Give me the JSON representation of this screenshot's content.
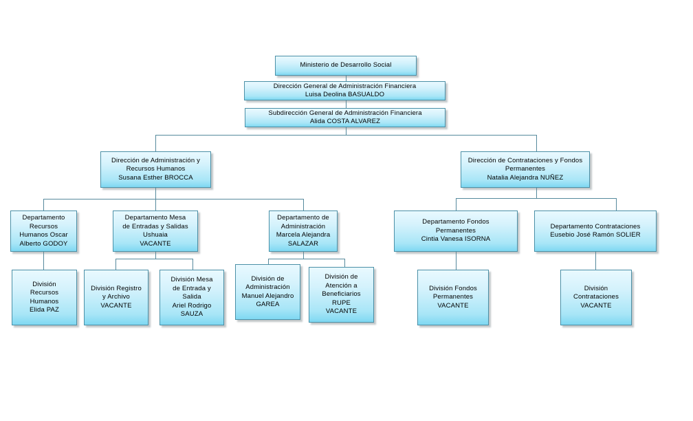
{
  "chart_data": {
    "type": "diagram",
    "title": "Organigrama - Dirección General de Administración Financiera",
    "nodes": [
      {
        "id": "ministerio",
        "label": "Ministerio de Desarrollo Social",
        "level": 0
      },
      {
        "id": "dgaf",
        "label": "Dirección General de Administración Financiera\nLuisa Deolina BASUALDO",
        "level": 1
      },
      {
        "id": "sgaf",
        "label": "Subdirección General de Administración Financiera\nAlida COSTA ALVAREZ",
        "level": 2
      },
      {
        "id": "dir_admin_rrhh",
        "label": "Dirección de Administración  y\nRecursos Humanos\nSusana Esther BROCCA",
        "level": 3
      },
      {
        "id": "dir_contrat_fondos",
        "label": "Dirección de Contrataciones y Fondos\nPermanentes\nNatalia Alejandra NUÑEZ",
        "level": 3
      },
      {
        "id": "dpto_rrhh",
        "label": "Departamento\nRecursos\nHumanos Oscar\nAlberto GODOY",
        "level": 4
      },
      {
        "id": "dpto_mesa",
        "label": "Departamento Mesa\nde Entradas y Salidas\nUshuaia\nVACANTE",
        "level": 4
      },
      {
        "id": "dpto_admin",
        "label": "Departamento de\nAdministración\nMarcela Alejandra\nSALAZAR",
        "level": 4
      },
      {
        "id": "dpto_fondos",
        "label": "Departamento Fondos\nPermanentes\nCintia Vanesa ISORNA",
        "level": 4
      },
      {
        "id": "dpto_contrat",
        "label": "Departamento Contrataciones\nEusebio José Ramón SOLIER",
        "level": 4
      },
      {
        "id": "div_rrhh",
        "label": "División\nRecursos\nHumanos\nElida PAZ",
        "level": 5
      },
      {
        "id": "div_registro",
        "label": "División Registro\ny Archivo\nVACANTE",
        "level": 5
      },
      {
        "id": "div_mesa",
        "label": "División Mesa\nde Entrada y\nSalida\nAriel Rodrigo\nSAUZA",
        "level": 5
      },
      {
        "id": "div_admin",
        "label": "División de\nAdministración\nManuel Alejandro\nGAREA",
        "level": 5
      },
      {
        "id": "div_atencion",
        "label": "División de\nAtención a\nBeneficiarios\nRUPE\nVACANTE",
        "level": 5
      },
      {
        "id": "div_fondos",
        "label": "División Fondos\nPermanentes\nVACANTE",
        "level": 5
      },
      {
        "id": "div_contrat",
        "label": "División\nContrataciones\nVACANTE",
        "level": 5
      }
    ],
    "edges": [
      {
        "from": "ministerio",
        "to": "dgaf"
      },
      {
        "from": "dgaf",
        "to": "sgaf"
      },
      {
        "from": "sgaf",
        "to": "dir_admin_rrhh"
      },
      {
        "from": "sgaf",
        "to": "dir_contrat_fondos"
      },
      {
        "from": "dir_admin_rrhh",
        "to": "dpto_rrhh"
      },
      {
        "from": "dir_admin_rrhh",
        "to": "dpto_mesa"
      },
      {
        "from": "dir_admin_rrhh",
        "to": "dpto_admin"
      },
      {
        "from": "dir_contrat_fondos",
        "to": "dpto_fondos"
      },
      {
        "from": "dir_contrat_fondos",
        "to": "dpto_contrat"
      },
      {
        "from": "dpto_rrhh",
        "to": "div_rrhh"
      },
      {
        "from": "dpto_mesa",
        "to": "div_registro"
      },
      {
        "from": "dpto_mesa",
        "to": "div_mesa"
      },
      {
        "from": "dpto_admin",
        "to": "div_admin"
      },
      {
        "from": "dpto_admin",
        "to": "div_atencion"
      },
      {
        "from": "dpto_fondos",
        "to": "div_fondos"
      },
      {
        "from": "dpto_contrat",
        "to": "div_contrat"
      }
    ],
    "colors": {
      "box_fill_top": "#e9f9ff",
      "box_fill_bottom": "#7fd8f2",
      "box_border": "#4a8fa6",
      "connector": "#55899c",
      "text": "#000000",
      "background": "#ffffff"
    }
  },
  "boxes": {
    "ministerio": {
      "label": "Ministerio de Desarrollo Social"
    },
    "dgaf": {
      "label": "Dirección General de Administración Financiera\nLuisa Deolina BASUALDO"
    },
    "sgaf": {
      "label": "Subdirección General de Administración Financiera\nAlida COSTA ALVAREZ"
    },
    "dir_admin_rrhh": {
      "label": "Dirección de Administración  y\nRecursos Humanos\nSusana Esther BROCCA"
    },
    "dir_contrat_fondos": {
      "label": "Dirección de Contrataciones y Fondos\nPermanentes\nNatalia Alejandra NUÑEZ"
    },
    "dpto_rrhh": {
      "label": "Departamento\nRecursos\nHumanos Oscar\nAlberto GODOY"
    },
    "dpto_mesa": {
      "label": "Departamento Mesa\nde Entradas y Salidas\nUshuaia\nVACANTE"
    },
    "dpto_admin": {
      "label": "Departamento de\nAdministración\nMarcela Alejandra\nSALAZAR"
    },
    "dpto_fondos": {
      "label": "Departamento Fondos\nPermanentes\nCintia Vanesa ISORNA"
    },
    "dpto_contrat": {
      "label": "Departamento Contrataciones\nEusebio José Ramón SOLIER"
    },
    "div_rrhh": {
      "label": "División\nRecursos\nHumanos\nElida PAZ"
    },
    "div_registro": {
      "label": "División Registro\ny Archivo\nVACANTE"
    },
    "div_mesa": {
      "label": "División Mesa\nde Entrada y\nSalida\nAriel Rodrigo\nSAUZA"
    },
    "div_admin": {
      "label": "División de\nAdministración\nManuel Alejandro\nGAREA"
    },
    "div_atencion": {
      "label": "División de\nAtención a\nBeneficiarios\nRUPE\nVACANTE"
    },
    "div_fondos": {
      "label": "División Fondos\nPermanentes\nVACANTE"
    },
    "div_contrat": {
      "label": "División\nContrataciones\nVACANTE"
    }
  }
}
